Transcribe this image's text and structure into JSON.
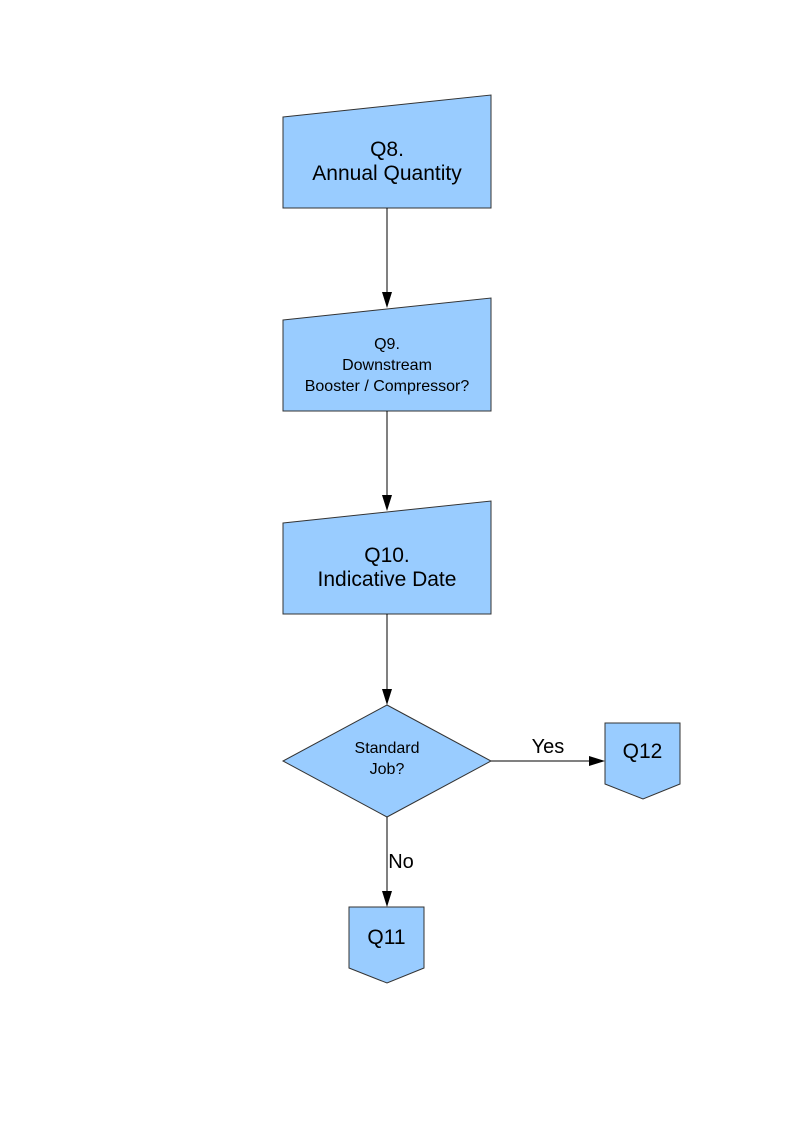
{
  "diagram": {
    "nodes": {
      "q8": {
        "line1": "Q8.",
        "line2": "Annual Quantity"
      },
      "q9": {
        "line1": "Q9.",
        "line2": "Downstream",
        "line3": "Booster / Compressor?"
      },
      "q10": {
        "line1": "Q10.",
        "line2": "Indicative Date"
      },
      "decision": {
        "line1": "Standard",
        "line2": "Job?"
      },
      "q12": {
        "label": "Q12"
      },
      "q11": {
        "label": "Q11"
      }
    },
    "edges": {
      "yes_label": "Yes",
      "no_label": "No"
    },
    "colors": {
      "shape_fill": "#99ccff",
      "shape_stroke": "#333333",
      "connector": "#000000"
    }
  }
}
